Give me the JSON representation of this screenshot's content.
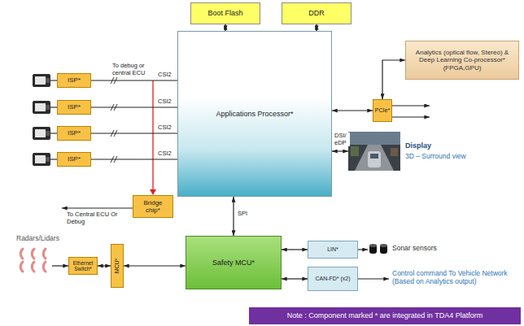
{
  "diagram": {
    "nodes": [
      {
        "text": [
          "Boot Flash"
        ]
      },
      {
        "text": [
          "DDR"
        ]
      },
      {
        "text": [
          "Analytics (optical flow, Stereo) & Deep Learning Co-processor* (FPGA,GPU)"
        ]
      },
      {
        "text": [
          "ISP*"
        ]
      },
      {
        "text": [
          "ISP*"
        ]
      },
      {
        "text": [
          "ISP*"
        ]
      },
      {
        "text": [
          "ISP*"
        ]
      },
      {
        "text": [
          "Applications Processor*"
        ]
      },
      {
        "text": [
          "PCIe*"
        ]
      },
      {
        "text": [
          "Display",
          "3D – Surround view"
        ]
      },
      {
        "text": [
          "Bridge chip*"
        ]
      },
      {
        "text": [
          "Safety MCU*"
        ]
      },
      {
        "text": [
          "LIN*"
        ]
      },
      {
        "text": [
          "CAN-FD* (x2)"
        ]
      },
      {
        "text": [
          "Ethernet Switch*"
        ]
      },
      {
        "text": [
          "MCU*"
        ]
      },
      {
        "text": [
          "Note : Component marked * are integrated in TDA4 Platform"
        ]
      }
    ],
    "edges": [
      {
        "from": 0,
        "to": 7,
        "arrow": "both"
      },
      {
        "from": 1,
        "to": 7,
        "arrow": "both"
      },
      {
        "from": 7,
        "to": 8,
        "arrow": "both"
      },
      {
        "from": 8,
        "to": 2,
        "arrow": "both"
      },
      {
        "from": 7,
        "to": 9,
        "label": "DSI/ eDP",
        "arrow": "both"
      },
      {
        "from": 3,
        "to": 7,
        "label": "CSI2",
        "arrow": "none"
      },
      {
        "from": 4,
        "to": 7,
        "label": "CSI2",
        "arrow": "none"
      },
      {
        "from": 5,
        "to": 7,
        "label": "CSI2",
        "arrow": "none"
      },
      {
        "from": 6,
        "to": 7,
        "label": "CSI2",
        "arrow": "none"
      },
      {
        "from": 7,
        "to": 11,
        "label": "SPI",
        "arrow": "both"
      },
      {
        "from": 11,
        "to": 12,
        "arrow": "both"
      },
      {
        "from": 11,
        "to": 13,
        "arrow": "both"
      },
      {
        "from": 14,
        "to": 15,
        "arrow": "both"
      },
      {
        "from": 15,
        "to": 11,
        "arrow": "both"
      }
    ],
    "labels": [
      "To debug or central ECU",
      "To Central ECU Or Debug",
      "Radars/Lidars",
      "Sonar sensors",
      "Control command To Vehicle Network (Based on Analytics output)"
    ]
  }
}
